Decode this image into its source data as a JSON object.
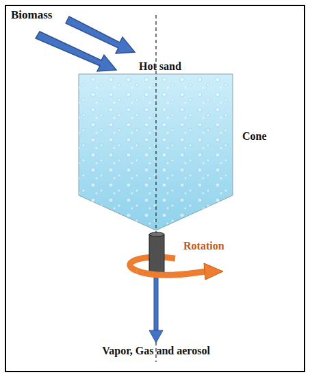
{
  "diagram": {
    "labels": [
      "Biomass",
      "Hot sand",
      "Cone",
      "Rotation",
      "Vapor, Gas and aerosol"
    ]
  }
}
